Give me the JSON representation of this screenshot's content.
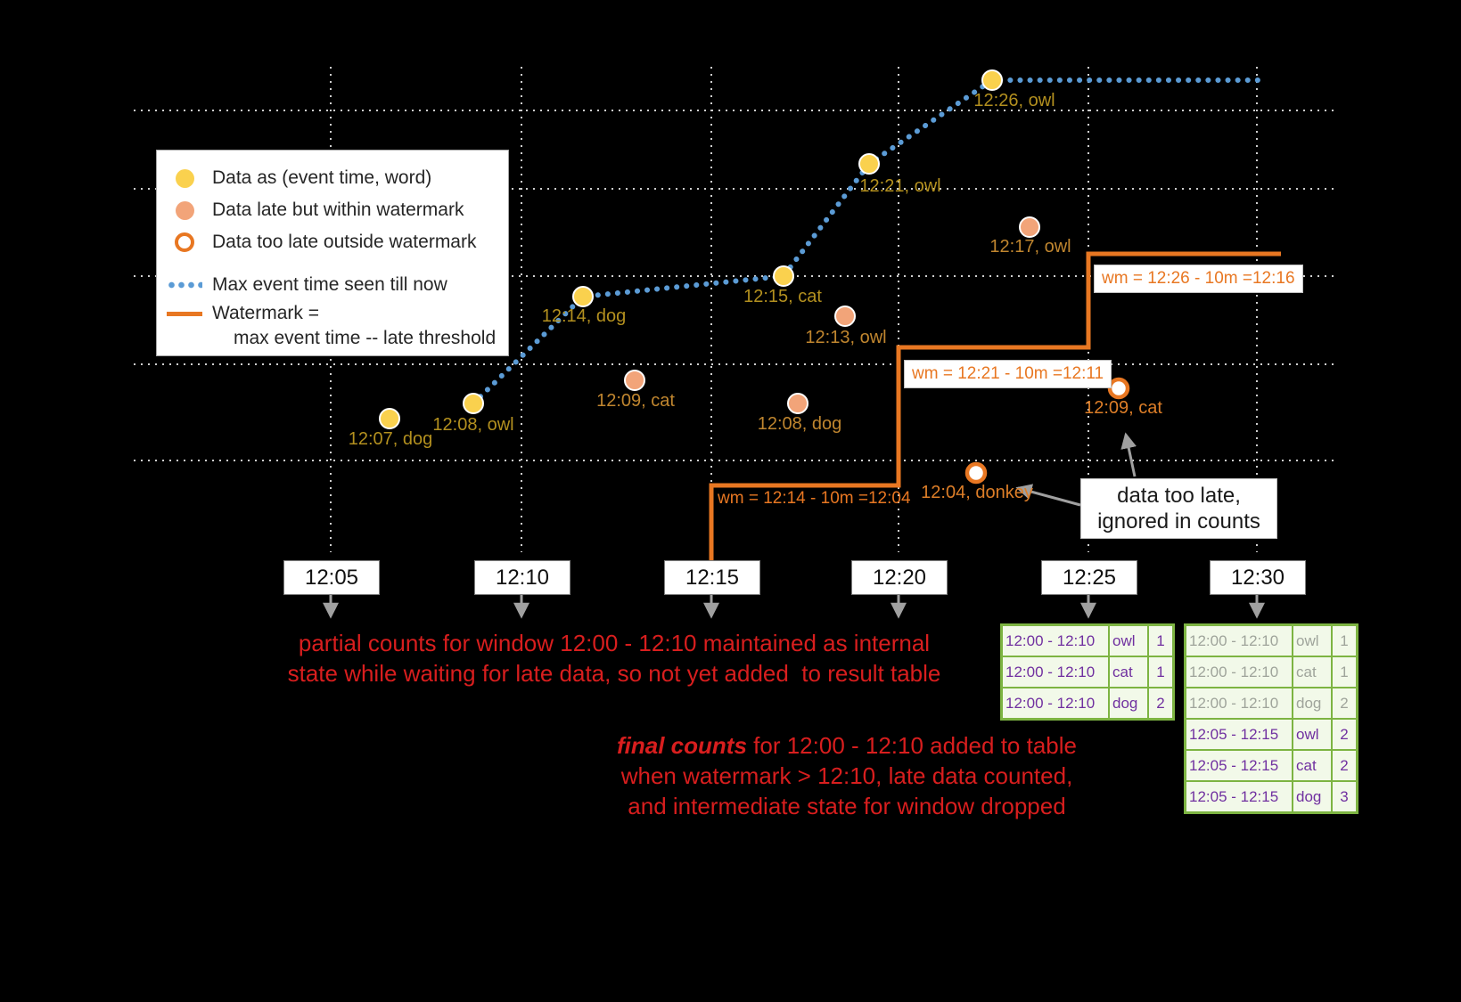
{
  "colors": {
    "background": "#000000",
    "event_point": "#FAD14E",
    "late_point": "#F2A479",
    "too_late_ring": "#E87722",
    "max_event_line": "#5B9BD5",
    "watermark_line": "#E87722",
    "note_red": "#D81E1E",
    "table_border_green": "#7DB442",
    "table_text_purple": "#7030A0"
  },
  "legend": {
    "items": [
      {
        "label": "Data as (event time, word)"
      },
      {
        "label": "Data late but within watermark"
      },
      {
        "label": "Data too late outside watermark"
      },
      {
        "label": "Max event time seen till now"
      },
      {
        "label": "Watermark =",
        "label2": "max event time -- late threshold"
      }
    ]
  },
  "axis_ticks": [
    "12:05",
    "12:10",
    "12:15",
    "12:20",
    "12:25",
    "12:30"
  ],
  "points": {
    "event": [
      {
        "label": "12:07, dog"
      },
      {
        "label": "12:08, owl"
      },
      {
        "label": "12:14, dog"
      },
      {
        "label": "12:15, cat"
      },
      {
        "label": "12:21, owl"
      },
      {
        "label": "12:26, owl"
      }
    ],
    "late": [
      {
        "label": "12:09, cat"
      },
      {
        "label": "12:08, dog"
      },
      {
        "label": "12:13, owl"
      },
      {
        "label": "12:17, owl"
      }
    ],
    "too_late": [
      {
        "label": "12:04, donkey"
      },
      {
        "label": "12:09, cat"
      }
    ]
  },
  "watermark_labels": {
    "wm1": "wm = 12:14 - 10m =12:04",
    "wm2": "wm = 12:21 - 10m =12:11",
    "wm3": "wm = 12:26 - 10m =12:16"
  },
  "callout": {
    "line1": "data too late,",
    "line2": "ignored in counts"
  },
  "notes": {
    "partial_line1": "partial counts for window 12:00 - 12:10 maintained as internal",
    "partial_line2": "state while waiting for late data, so not yet added  to result table",
    "final_emphasis": "final counts",
    "final_line1_rest": " for 12:00 - 12:10 added to table",
    "final_line2": "when watermark > 12:10, late data counted,",
    "final_line3": "and intermediate state for window dropped"
  },
  "result_tables": {
    "t1225": {
      "rows": [
        {
          "window": "12:00 - 12:10",
          "word": "owl",
          "count": "1"
        },
        {
          "window": "12:00 - 12:10",
          "word": "cat",
          "count": "1"
        },
        {
          "window": "12:00 - 12:10",
          "word": "dog",
          "count": "2"
        }
      ]
    },
    "t1230": {
      "faded_rows": [
        {
          "window": "12:00 - 12:10",
          "word": "owl",
          "count": "1"
        },
        {
          "window": "12:00 - 12:10",
          "word": "cat",
          "count": "1"
        },
        {
          "window": "12:00 - 12:10",
          "word": "dog",
          "count": "2"
        }
      ],
      "rows": [
        {
          "window": "12:05 - 12:15",
          "word": "owl",
          "count": "2"
        },
        {
          "window": "12:05 - 12:15",
          "word": "cat",
          "count": "2"
        },
        {
          "window": "12:05 - 12:15",
          "word": "dog",
          "count": "3"
        }
      ]
    }
  }
}
